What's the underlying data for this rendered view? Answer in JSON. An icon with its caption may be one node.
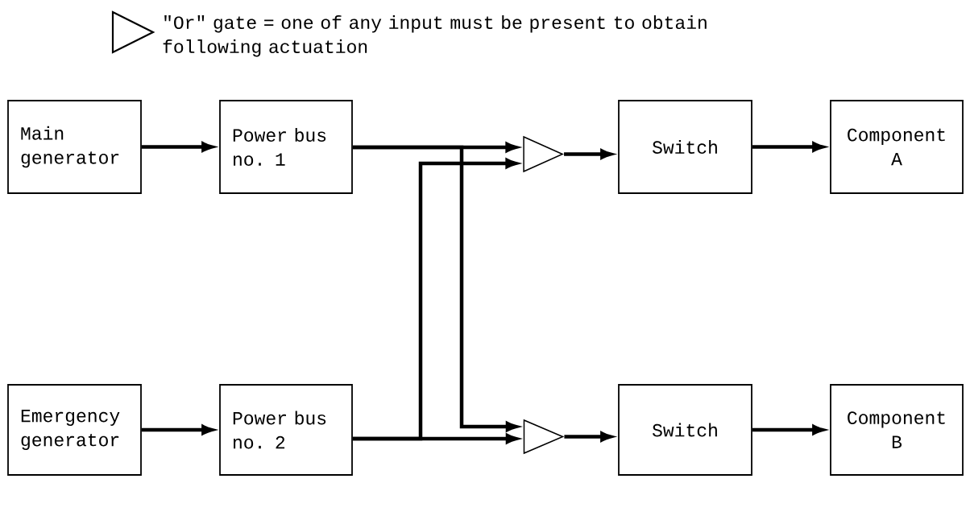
{
  "diagram": {
    "nodes": [
      {
        "text": [
          "Main generator"
        ]
      },
      {
        "text": [
          "Power bus no. 1"
        ]
      },
      {
        "text": [
          "Emergency generator"
        ]
      },
      {
        "text": [
          "Power bus no. 2"
        ]
      },
      {
        "text": [],
        "shape": "triangle"
      },
      {
        "text": [],
        "shape": "triangle"
      },
      {
        "text": [
          "Switch"
        ]
      },
      {
        "text": [
          "Component A"
        ]
      },
      {
        "text": [
          "Switch"
        ]
      },
      {
        "text": [
          "Component B"
        ]
      }
    ],
    "edges": [
      {
        "from": 0,
        "to": 1,
        "arrow": "to"
      },
      {
        "from": 2,
        "to": 3,
        "arrow": "to"
      },
      {
        "from": 1,
        "to": 4,
        "arrow": "to"
      },
      {
        "from": 3,
        "to": 4,
        "arrow": "to"
      },
      {
        "from": 1,
        "to": 5,
        "arrow": "to"
      },
      {
        "from": 3,
        "to": 5,
        "arrow": "to"
      },
      {
        "from": 4,
        "to": 6,
        "arrow": "to"
      },
      {
        "from": 5,
        "to": 8,
        "arrow": "to"
      },
      {
        "from": 6,
        "to": 7,
        "arrow": "to"
      },
      {
        "from": 8,
        "to": 9,
        "arrow": "to"
      }
    ],
    "legend": [
      {
        "text": "\"Or\" gate = one of any input must be present to obtain following actuation"
      }
    ]
  }
}
